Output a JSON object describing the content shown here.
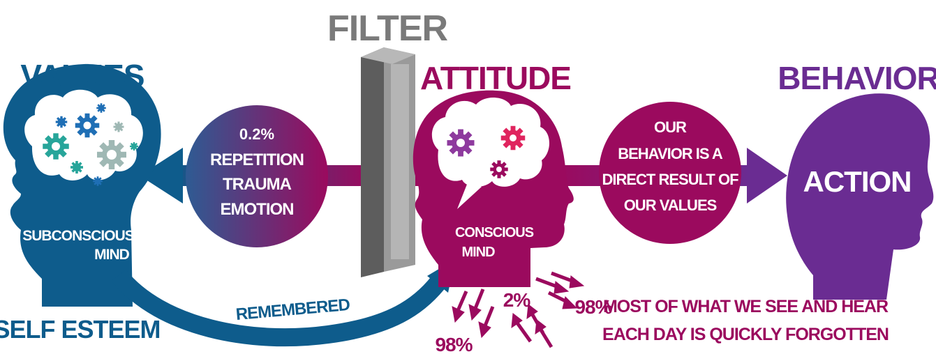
{
  "colors": {
    "values_blue": "#0e5c8c",
    "attitude_magenta": "#9b0a5e",
    "behavior_purple": "#6a2c92",
    "filter_gray": "#7a7a7a",
    "gear_teal": "#27a59a",
    "gear_blue": "#1f6fb5",
    "gear_gray": "#9fb8b4",
    "gear_purple": "#8e3a9e",
    "gear_red": "#e0245e",
    "text_white": "#ffffff"
  },
  "filter": {
    "label": "FILTER"
  },
  "values": {
    "title": "VALUES",
    "mind_line1": "SUBCONSCIOUS",
    "mind_line2": "MIND",
    "self_esteem": "SELF ESTEEM"
  },
  "bubble_left": {
    "line1": "0.2%",
    "line2": "REPETITION",
    "line3": "TRAUMA",
    "line4": "EMOTION"
  },
  "remembered": "REMEMBERED",
  "attitude": {
    "title": "ATTITUDE",
    "mind_line1": "CONSCIOUS",
    "mind_line2": "MIND"
  },
  "bubble_right": {
    "line1": "OUR",
    "line2": "BEHAVIOR IS A",
    "line3": "DIRECT RESULT OF",
    "line4": "OUR VALUES"
  },
  "behavior": {
    "title": "BEHAVIOR",
    "action": "ACTION"
  },
  "stats": {
    "two_percent": "2%",
    "ninety_eight_left": "98%",
    "ninety_eight_right": "98%",
    "forgotten_line1": "MOST OF WHAT WE SEE AND HEAR",
    "forgotten_line2": "EACH DAY IS QUICKLY FORGOTTEN"
  }
}
